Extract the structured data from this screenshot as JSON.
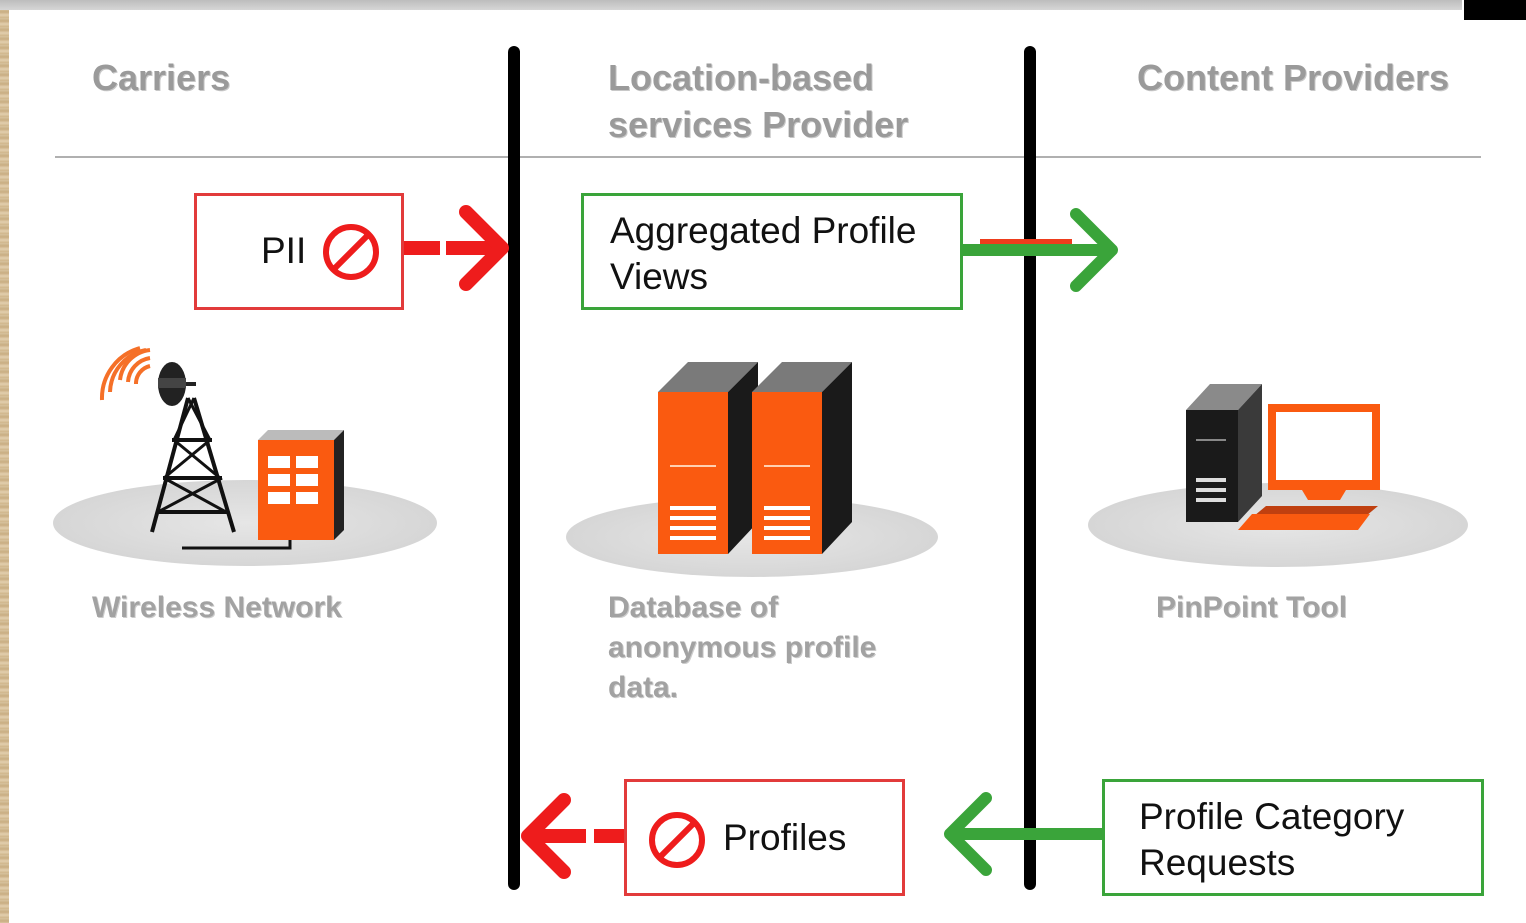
{
  "columns": {
    "carriers": "Carriers",
    "lbs_provider": [
      "Location-based",
      "services Provider"
    ],
    "content_providers": "Content Providers"
  },
  "boxes": {
    "pii": "PII",
    "aggregated": [
      "Aggregated Profile",
      "Views"
    ],
    "profiles": "Profiles",
    "category_requests": [
      "Profile Category",
      "Requests"
    ]
  },
  "captions": {
    "wireless": "Wireless Network",
    "database": [
      "Database of",
      "anonymous profile",
      "data."
    ],
    "pinpoint": "PinPoint Tool"
  },
  "icons": {
    "tower": "wireless-tower-icon",
    "servers": "database-servers-icon",
    "computer": "desktop-computer-icon",
    "prohibited": "prohibited-icon",
    "arrow": "arrow-icon"
  },
  "colors": {
    "blocked": "#ee1c1c",
    "allowed": "#3aa43a",
    "accent_orange": "#fa5a10",
    "divider": "#000000"
  }
}
